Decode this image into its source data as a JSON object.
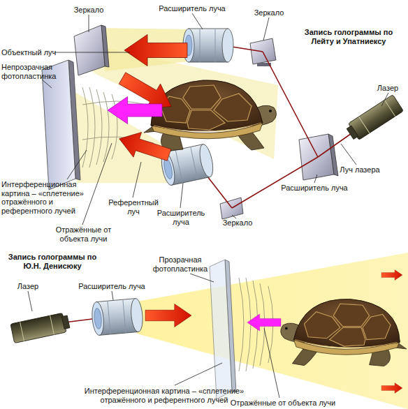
{
  "diagram": {
    "labels": [
      "Зеркало",
      "Расширитель луча",
      "Зеркало",
      "Запись голограммы по Лейту и Упатниексу",
      "Объектный луч",
      "Непрозрачная фотопластинка",
      "Лазер",
      "Луч лазера",
      "Расширитель луча",
      "Интерференционная картина – «сплетение» отражённого и референтного лучей",
      "Референтный луч",
      "Расширитель луча",
      "Зеркало",
      "Отражённые от объекта лучи",
      "Запись голограммы по Ю.Н. Денисюку",
      "Прозрачная фотопластинка",
      "Лазер",
      "Расширитель луча",
      "Интерференционная картина – «сплетение» отражённого и референтного лучей",
      "Отражённые от объекта лучи"
    ]
  }
}
